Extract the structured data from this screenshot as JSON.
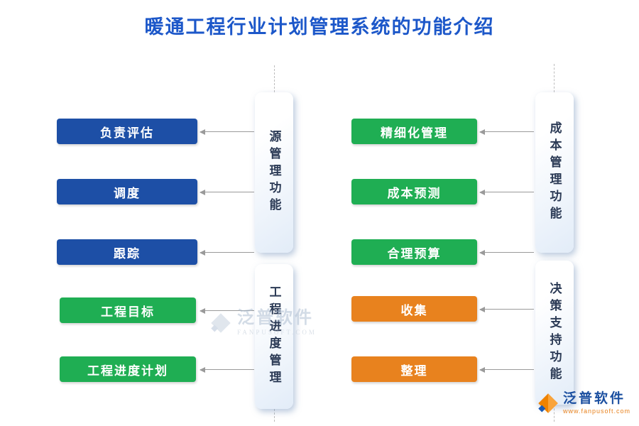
{
  "title": "暖通工程行业计划管理系统的功能介绍",
  "left": {
    "group1": {
      "category": "源管理功能",
      "items": [
        "负责评估",
        "调度",
        "跟踪"
      ]
    },
    "group2": {
      "category": "工程进度管理",
      "items": [
        "工程目标",
        "工程进度计划"
      ]
    }
  },
  "right": {
    "group1": {
      "category": "成本管理功能",
      "items": [
        "精细化管理",
        "成本预测",
        "合理预算"
      ]
    },
    "group2": {
      "category": "决策支持功能",
      "items": [
        "收集",
        "整理"
      ]
    }
  },
  "watermark": {
    "brand": "泛普软件",
    "domain": "FANPUSOFT.COM"
  },
  "footer": {
    "brand": "泛普软件",
    "url": "www.fanpusoft.com"
  },
  "colors": {
    "blue": "#1d4fa6",
    "green": "#1fae53",
    "orange": "#e8821e",
    "title_blue": "#1c57c9"
  }
}
